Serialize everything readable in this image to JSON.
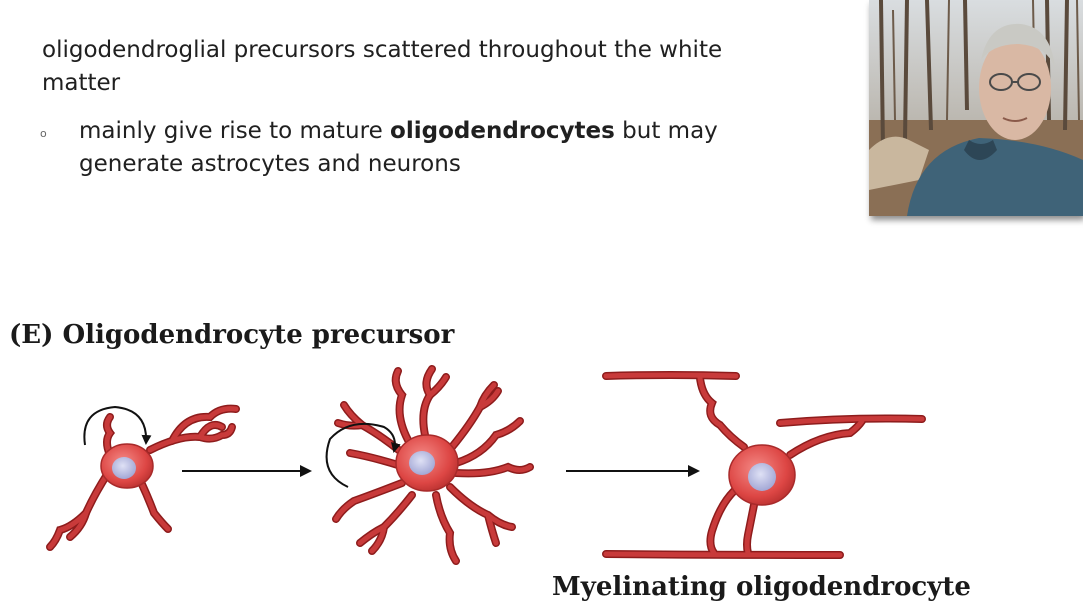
{
  "slide": {
    "heading": "oligodendroglial precursors scattered throughout the white matter",
    "bullet_marker": "o",
    "bullet_parts": {
      "before": "mainly give rise to mature ",
      "bold": "oligodendrocytes",
      "after": " but may generate astrocytes and neurons"
    }
  },
  "figure": {
    "panel_title": "(E)  Oligodendrocyte precursor",
    "caption": "Myelinating oligodendrocyte",
    "colors": {
      "process": "#c83a3a",
      "process_outline": "#8e1c1c",
      "cell_body": "#de4a48",
      "nucleus": "#a9aed8",
      "arrow": "#111111"
    }
  },
  "video_overlay": {
    "icon": "presenter-webcam"
  }
}
